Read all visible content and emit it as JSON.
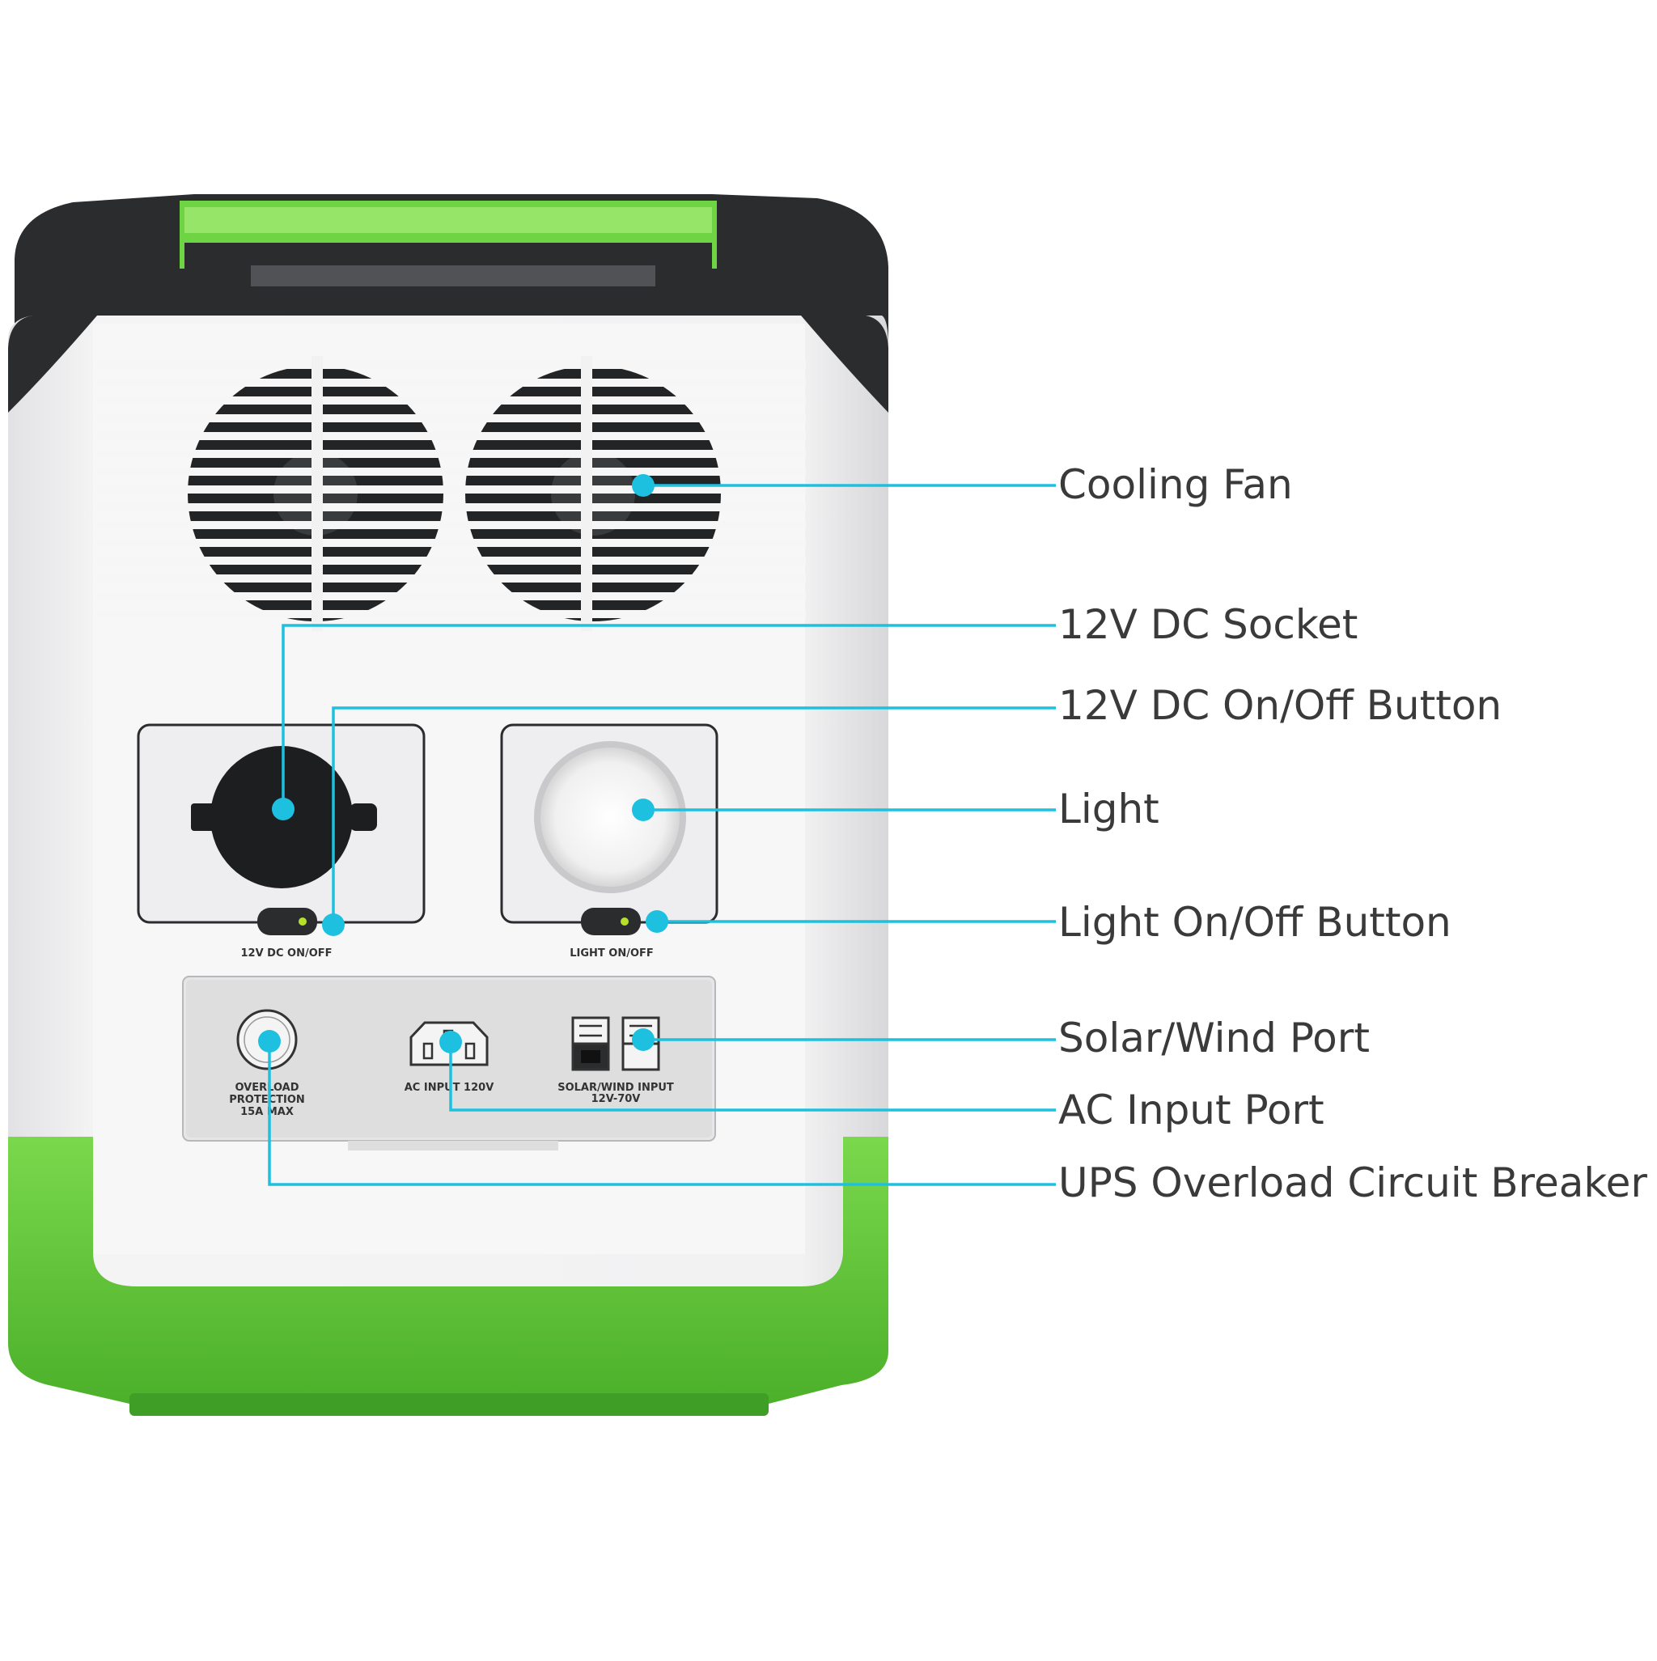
{
  "colors": {
    "accent": "#1ec0e0",
    "green": "#64cc3c",
    "green_dark": "#3f9e25",
    "body": "#ececee",
    "housing_dark": "#2a2c2e"
  },
  "product": {
    "buttons": {
      "dc_label": "12V DC ON/OFF",
      "light_label": "LIGHT ON/OFF"
    },
    "input_panel": {
      "overload_lines": [
        "OVERLOAD",
        "PROTECTION",
        "15A MAX"
      ],
      "ac_label": "AC INPUT 120V",
      "solar_lines": [
        "SOLAR/WIND INPUT",
        "12V-70V"
      ]
    }
  },
  "callouts": [
    {
      "id": "cooling-fan",
      "label": "Cooling Fan"
    },
    {
      "id": "dc-socket",
      "label": "12V DC Socket"
    },
    {
      "id": "dc-button",
      "label": "12V DC On/Off Button"
    },
    {
      "id": "light",
      "label": "Light"
    },
    {
      "id": "light-button",
      "label": "Light On/Off Button"
    },
    {
      "id": "solar-port",
      "label": "Solar/Wind Port"
    },
    {
      "id": "ac-port",
      "label": "AC Input Port"
    },
    {
      "id": "breaker",
      "label": "UPS Overload Circuit Breaker"
    }
  ]
}
